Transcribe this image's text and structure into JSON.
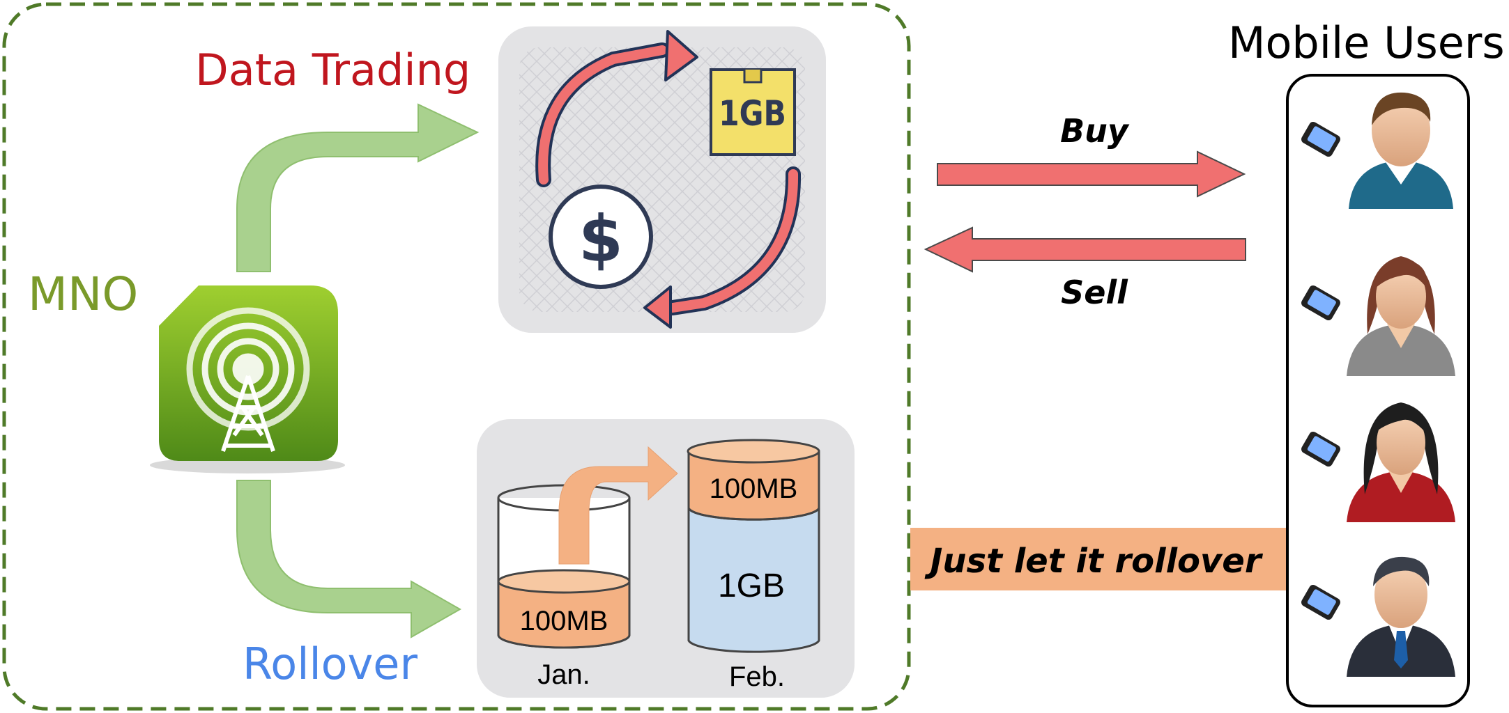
{
  "labels": {
    "data_trading": "Data Trading",
    "mno": "MNO",
    "rollover": "Rollover",
    "mobile_users": "Mobile Users",
    "buy": "Buy",
    "sell": "Sell",
    "just_let_it_rollover": "Just let it rollover"
  },
  "trading_panel": {
    "data_card": "1GB",
    "currency_symbol": "$"
  },
  "rollover_panel": {
    "jan_amount": "100MB",
    "jan_label": "Jan.",
    "feb_top_amount": "100MB",
    "feb_base_amount": "1GB",
    "feb_label": "Feb."
  },
  "users": [
    {
      "icon": "man-user-icon"
    },
    {
      "icon": "woman-user-icon"
    },
    {
      "icon": "woman-red-user-icon"
    },
    {
      "icon": "businessman-user-icon"
    }
  ],
  "colors": {
    "mno_green": "#7a9a2a",
    "data_trading_red": "#c0161e",
    "rollover_blue": "#4a86e8",
    "arrow_red": "#f07070",
    "arrow_green": "#a9d18e",
    "rollover_orange": "#f4b183",
    "feb_blue": "#c6dbef",
    "panel_gray": "#e3e3e5",
    "dashed_border": "#4f7a28"
  }
}
